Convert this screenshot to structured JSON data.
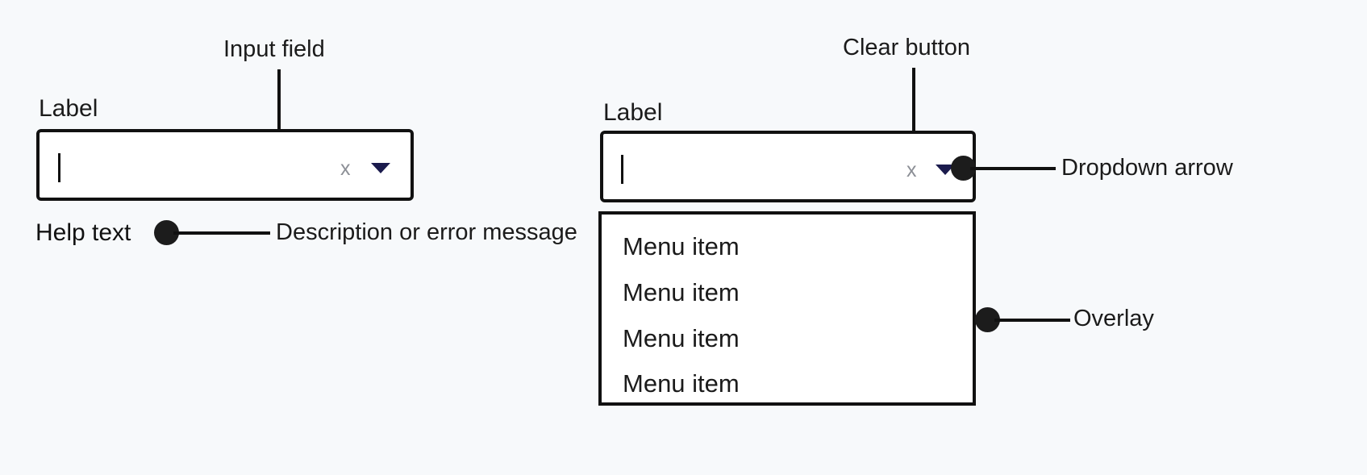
{
  "canvas": {
    "background_color": "#f7f9fb",
    "ink_color": "#111111",
    "accent_arrow_color": "#1b1b4d",
    "muted_icon_color": "#8c8f96"
  },
  "left_field": {
    "label": "Label",
    "input_value": "",
    "caret_visible": true,
    "clear_icon": "x",
    "dropdown_icon": "caret-down",
    "help_text": "Help text"
  },
  "right_field": {
    "label": "Label",
    "input_value": "",
    "caret_visible": true,
    "clear_icon": "x",
    "dropdown_icon": "caret-down",
    "menu_items": [
      "Menu item",
      "Menu item",
      "Menu item",
      "Menu item"
    ]
  },
  "annotations": [
    {
      "id": "input-field",
      "label": "Input field"
    },
    {
      "id": "help-text",
      "label": "Description or error message"
    },
    {
      "id": "clear-button",
      "label": "Clear button"
    },
    {
      "id": "dropdown-arrow",
      "label": "Dropdown arrow"
    },
    {
      "id": "overlay",
      "label": "Overlay"
    }
  ]
}
